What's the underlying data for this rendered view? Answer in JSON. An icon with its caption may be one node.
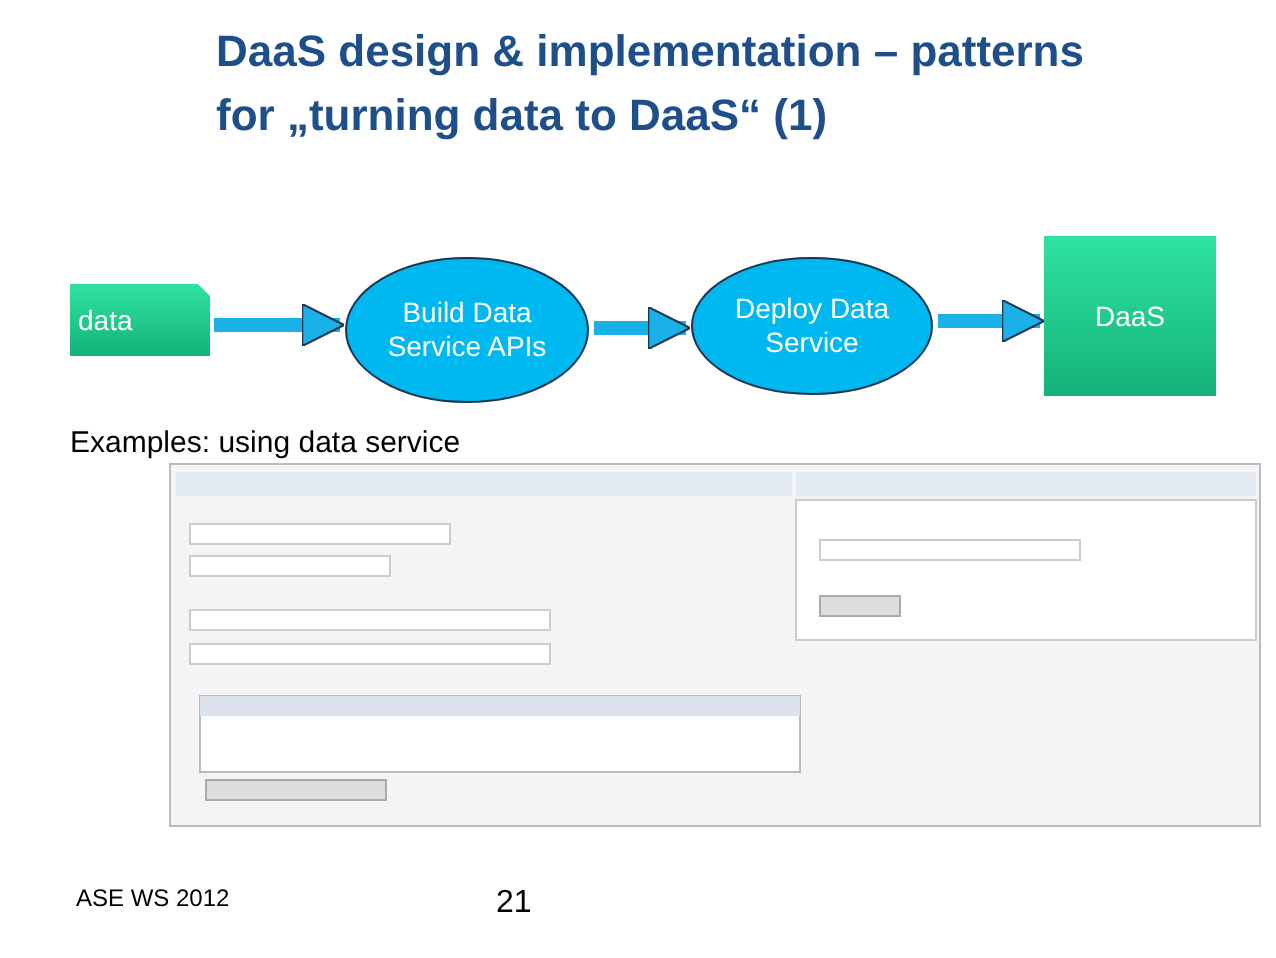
{
  "diagram": {
    "title": "DaaS design & implementation – patterns for „turning data to DaaS“ (1)",
    "nodes": [
      {
        "text": [
          "data"
        ]
      },
      {
        "text": [
          "Build Data Service APIs"
        ]
      },
      {
        "text": [
          "Deploy Data Service"
        ]
      },
      {
        "text": [
          "DaaS"
        ]
      }
    ],
    "edges": [
      {
        "from": 0,
        "to": 1,
        "arrow": "to"
      },
      {
        "from": 1,
        "to": 2,
        "arrow": "to"
      },
      {
        "from": 2,
        "to": 3,
        "arrow": "to"
      }
    ],
    "labels": [
      "Examples: using data service",
      "ASE WS 2012",
      "21"
    ]
  }
}
